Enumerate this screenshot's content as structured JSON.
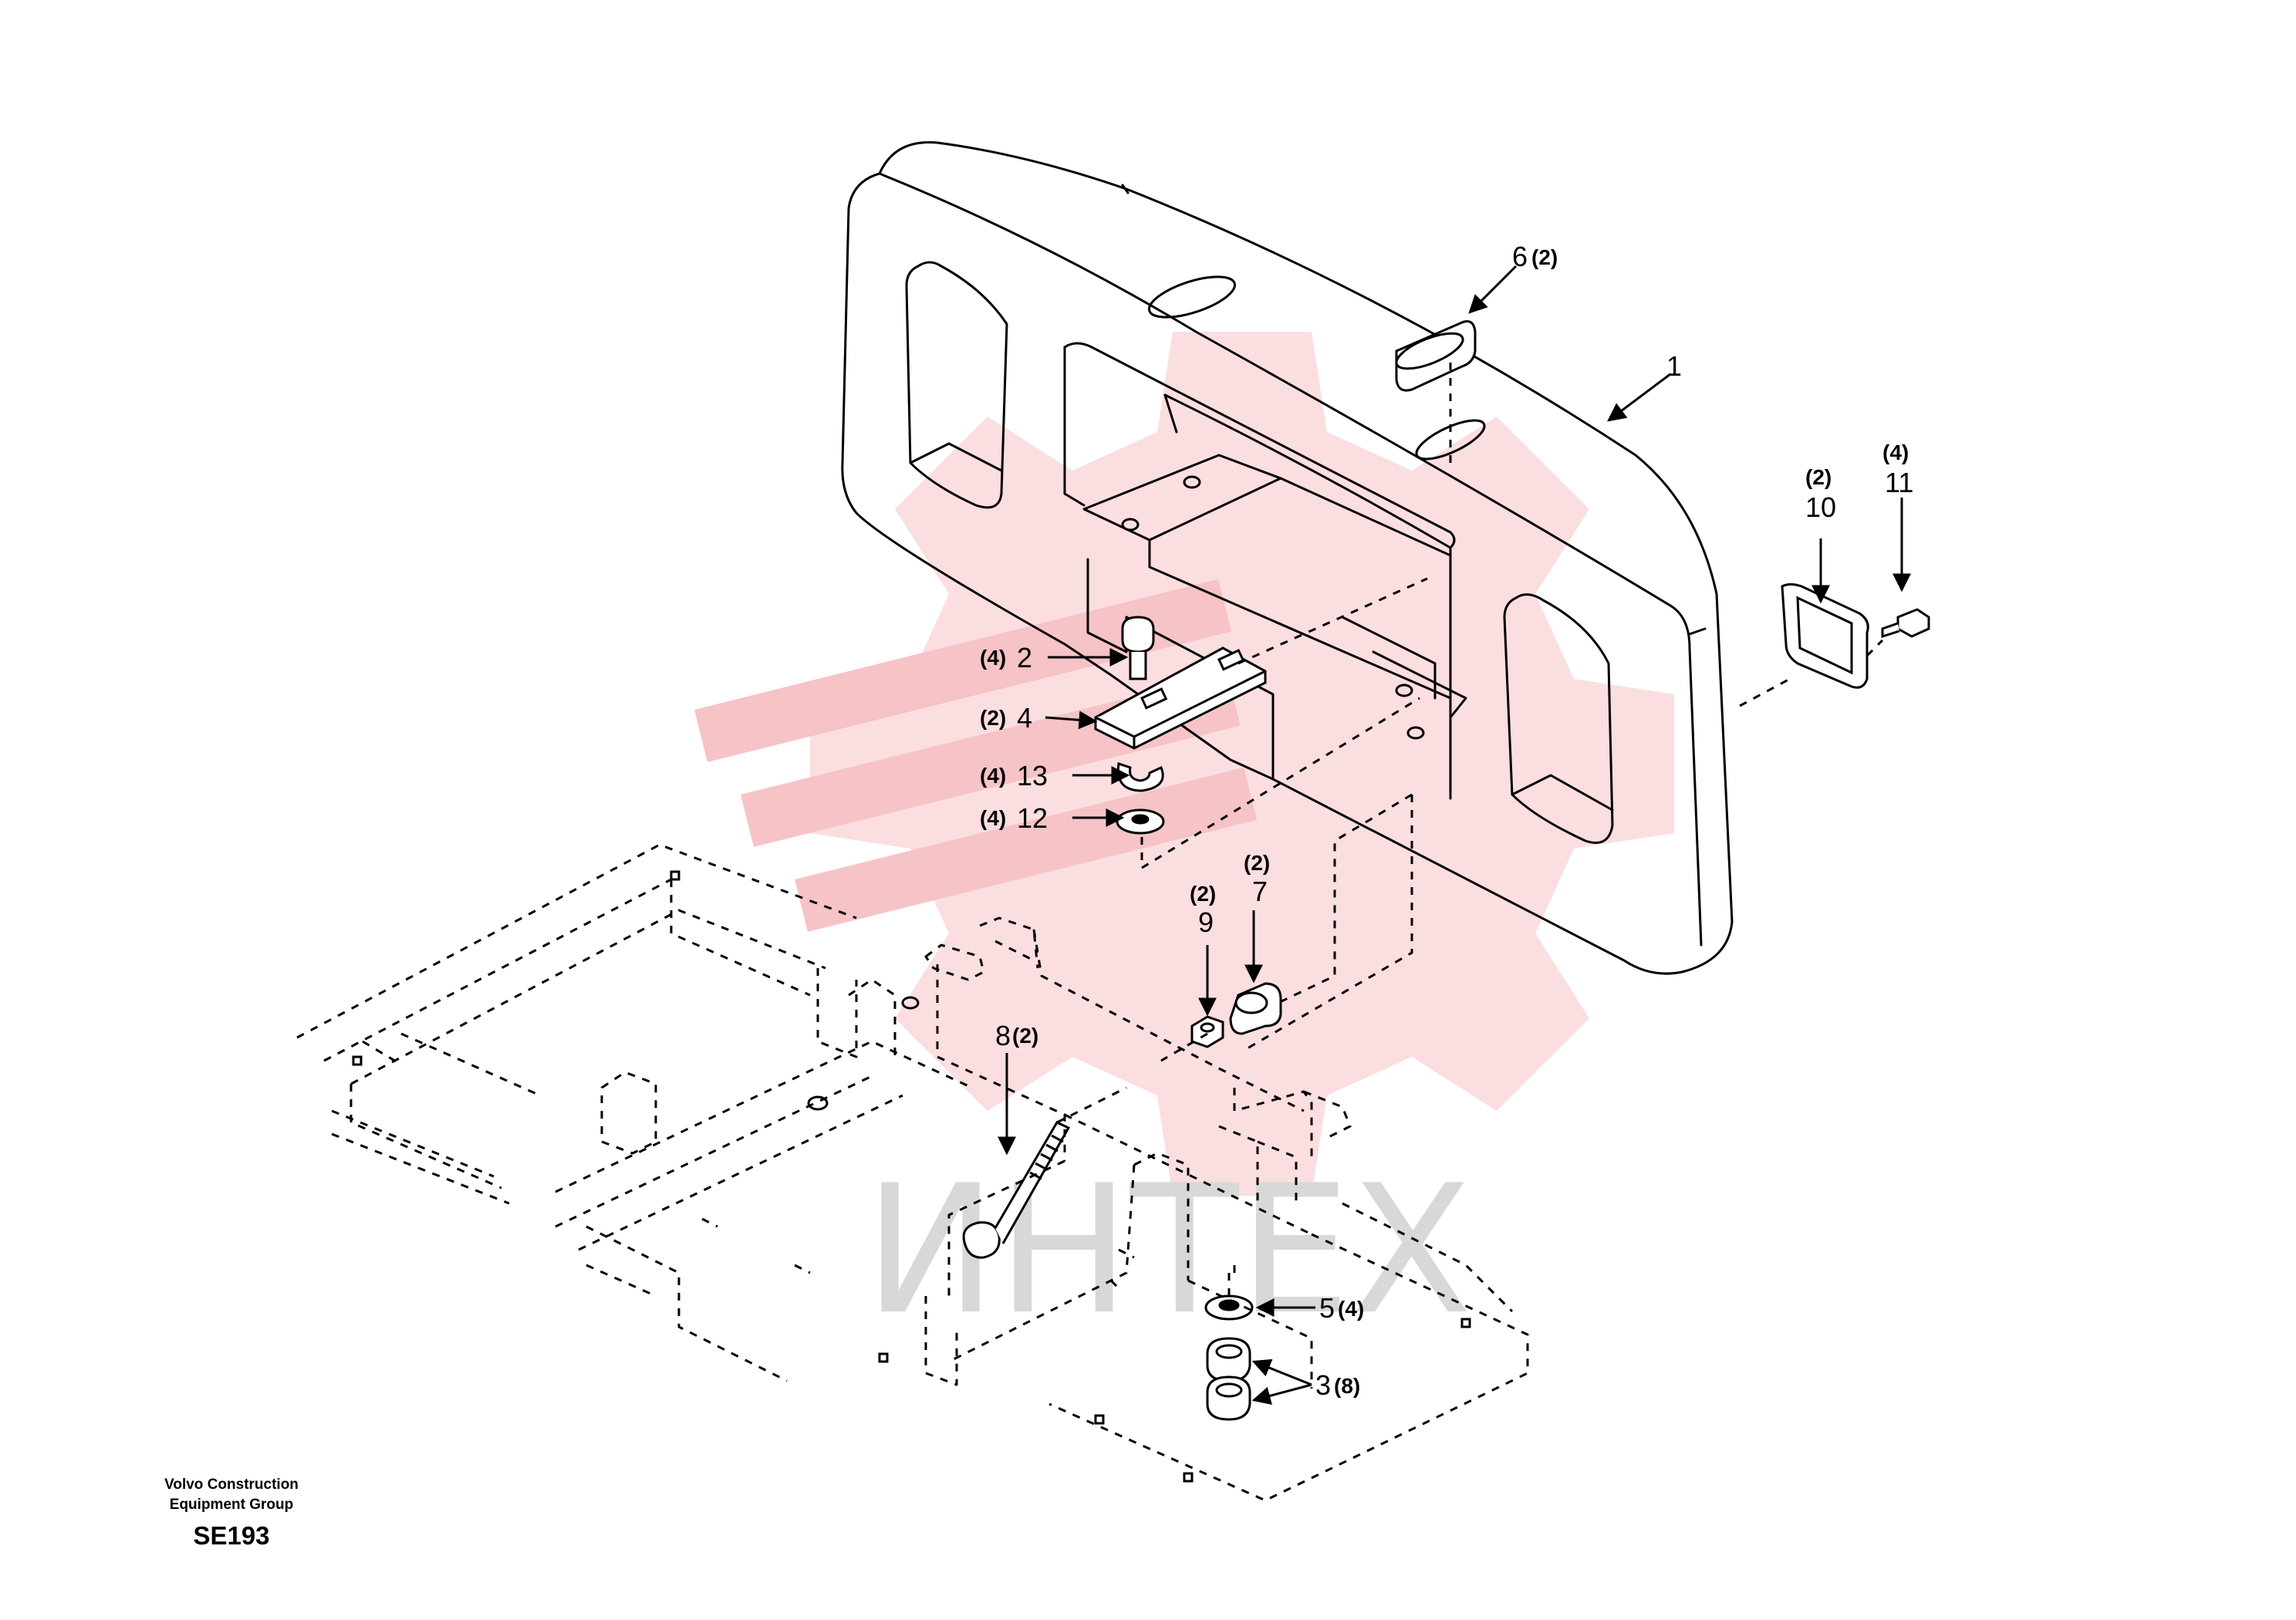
{
  "diagram": {
    "footer": {
      "company_line1": "Volvo Construction",
      "company_line2": "Equipment Group",
      "code": "SE193"
    },
    "watermark": {
      "text": "ИНТЕХ",
      "logo": "gear-logo",
      "logo_color": "#f5b5b8",
      "text_color": "#d8d8d8"
    },
    "callouts": {
      "c1": {
        "num": "1"
      },
      "c2": {
        "num": "2",
        "qty": "(4)"
      },
      "c3": {
        "num": "3",
        "qty": "(8)"
      },
      "c4": {
        "num": "4",
        "qty": "(2)"
      },
      "c5": {
        "num": "5",
        "qty": "(4)"
      },
      "c6": {
        "num": "6",
        "qty": "(2)"
      },
      "c7": {
        "num": "7",
        "qty": "(2)"
      },
      "c8": {
        "num": "8",
        "qty": "(2)"
      },
      "c9": {
        "num": "9",
        "qty": "(2)"
      },
      "c10": {
        "num": "10",
        "qty": "(2)"
      },
      "c11": {
        "num": "11",
        "qty": "(4)"
      },
      "c12": {
        "num": "12",
        "qty": "(4)"
      },
      "c13": {
        "num": "13",
        "qty": "(4)"
      }
    }
  }
}
